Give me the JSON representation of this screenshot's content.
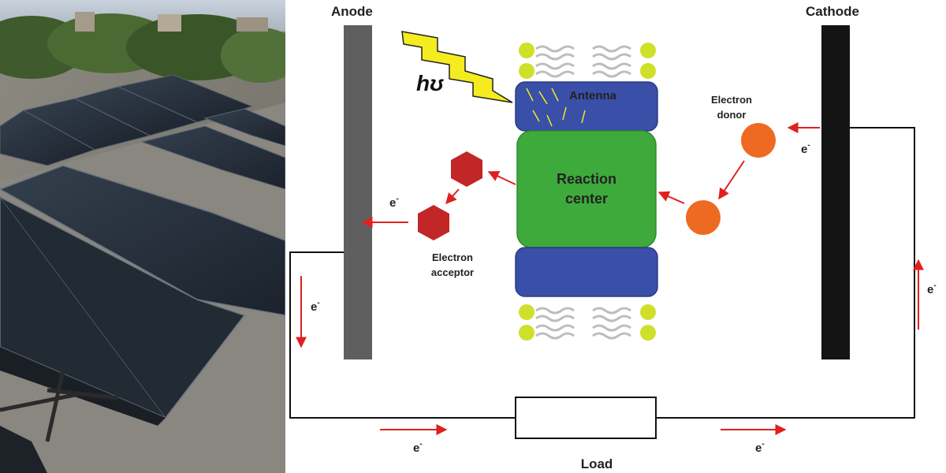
{
  "photo": {
    "description_icon": "solar-panel-rooftop-photo"
  },
  "diagram": {
    "anode_label": "Anode",
    "cathode_label": "Cathode",
    "light_label": "hʊ",
    "antenna_label": "Antenna",
    "reaction_center_label_line1": "Reaction",
    "reaction_center_label_line2": "center",
    "electron_donor_line1": "Electron",
    "electron_donor_line2": "donor",
    "electron_acceptor_line1": "Electron",
    "electron_acceptor_line2": "acceptor",
    "load_label": "Load",
    "electron_symbol": "e",
    "electron_superscript": "-"
  },
  "colors": {
    "anode": "#5f5f5f",
    "cathode": "#141414",
    "antenna": "#3a4fa8",
    "reaction_center": "#3faa3c",
    "donor": "#ee6a22",
    "acceptor": "#c22626",
    "lipid_head": "#cfe02a",
    "arrow": "#e02020",
    "lightning": "#f4ec1e"
  }
}
